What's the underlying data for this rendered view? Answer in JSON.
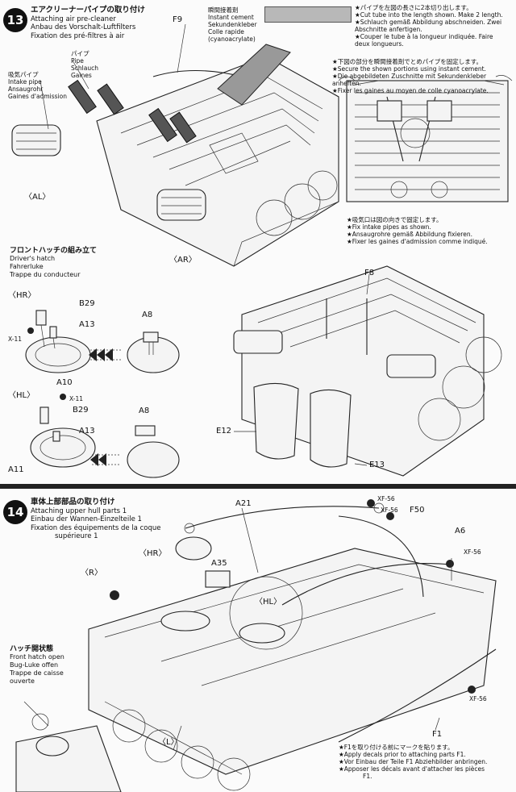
{
  "step13": {
    "number": "13",
    "title_jp": "エアクリーナーパイプの取り付け",
    "title_en": "Attaching air pre-cleaner",
    "title_de": "Anbau des Vorschalt-Luftfilters",
    "title_fr": "Fixation des pré-filtres à air",
    "cement": {
      "jp": "瞬間接着剤",
      "en": "Instant cement",
      "de": "Sekundenkleber",
      "fr": "Colle rapide",
      "fr2": "(cyanoacrylate)"
    },
    "pipe_label": {
      "jp": "パイプ",
      "en": "Pipe",
      "de": "Schlauch",
      "fr": "Gaines"
    },
    "intake_label": {
      "jp": "吸気パイプ",
      "en": "Intake pipe",
      "de": "Ansaugrohr",
      "fr": "Gaines d'admission"
    },
    "part_f9": "F9",
    "part_al": "〈AL〉",
    "part_ar": "〈AR〉",
    "note_cut": [
      "★パイプを左図の長さに2本切り出します。",
      "★Cut tube into the length shown. Make 2 length.",
      "★Schlauch gemäß Abbildung abschneiden. Zwei",
      "Abschnitte anfertigen.",
      "★Couper le tube à la longueur indiquée. Faire",
      "deux longueurs."
    ],
    "note_secure": [
      "★下図の部分を瞬間接着剤でとめパイプを固定します。",
      "★Secure the shown portions using instant cement.",
      "★Die abgebildeten Zuschnitte mit Sekundenkleber anheften.",
      "★Fixer les gaines au moyen de colle cyanoacrylate."
    ],
    "note_fix": [
      "★吸気口は図の向きで固定します。",
      "★Fix intake pipes as shown.",
      "★Ansaugrohre gemäß Abbildung fixieren.",
      "★Fixer les gaines d'admission comme indiqué."
    ],
    "front_hatch": {
      "jp": "フロントハッチの組み立て",
      "en": "Driver's hatch",
      "de": "Fahrerluke",
      "fr": "Trappe du conducteur"
    },
    "hr": "〈HR〉",
    "hl": "〈HL〉",
    "parts": {
      "b29a": "B29",
      "a13a": "A13",
      "x11a": "X-11",
      "a10": "A10",
      "a8a": "A8",
      "x11b": "X-11",
      "b29b": "B29",
      "a13b": "A13",
      "a11": "A11",
      "a8b": "A8",
      "f8": "F8",
      "e12": "E12",
      "e13": "E13"
    }
  },
  "step14": {
    "number": "14",
    "title_jp": "車体上部部品の取り付け",
    "title_en": "Attaching upper hull parts 1",
    "title_de": "Einbau der Wannen-Einzelteile 1",
    "title_fr": "Fixation des équipements de la coque",
    "title_fr2": "supérieure 1",
    "parts": {
      "a21": "A21",
      "xf56a": "XF-56",
      "xf56b": "XF-56",
      "f50": "F50",
      "a6": "A6",
      "xf56c": "XF-56",
      "hr": "〈HR〉",
      "r": "〈R〉",
      "a35": "A35",
      "hl": "〈HL〉",
      "l": "〈L〉",
      "f1": "F1",
      "xf56d": "XF-56"
    },
    "hatch_open": {
      "jp": "ハッチ開状態",
      "en": "Front hatch open",
      "de": "Bug-Luke offen",
      "fr": "Trappe de caisse",
      "fr2": "ouverte"
    },
    "note_decal": [
      "★F1を取り付ける前にマークを貼ります。",
      "★Apply decals prior to attaching parts F1.",
      "★Vor Einbau der Teile F1 Abziehbilder anbringen.",
      "★Apposer les décals avant d'attacher les pièces",
      "F1."
    ]
  }
}
